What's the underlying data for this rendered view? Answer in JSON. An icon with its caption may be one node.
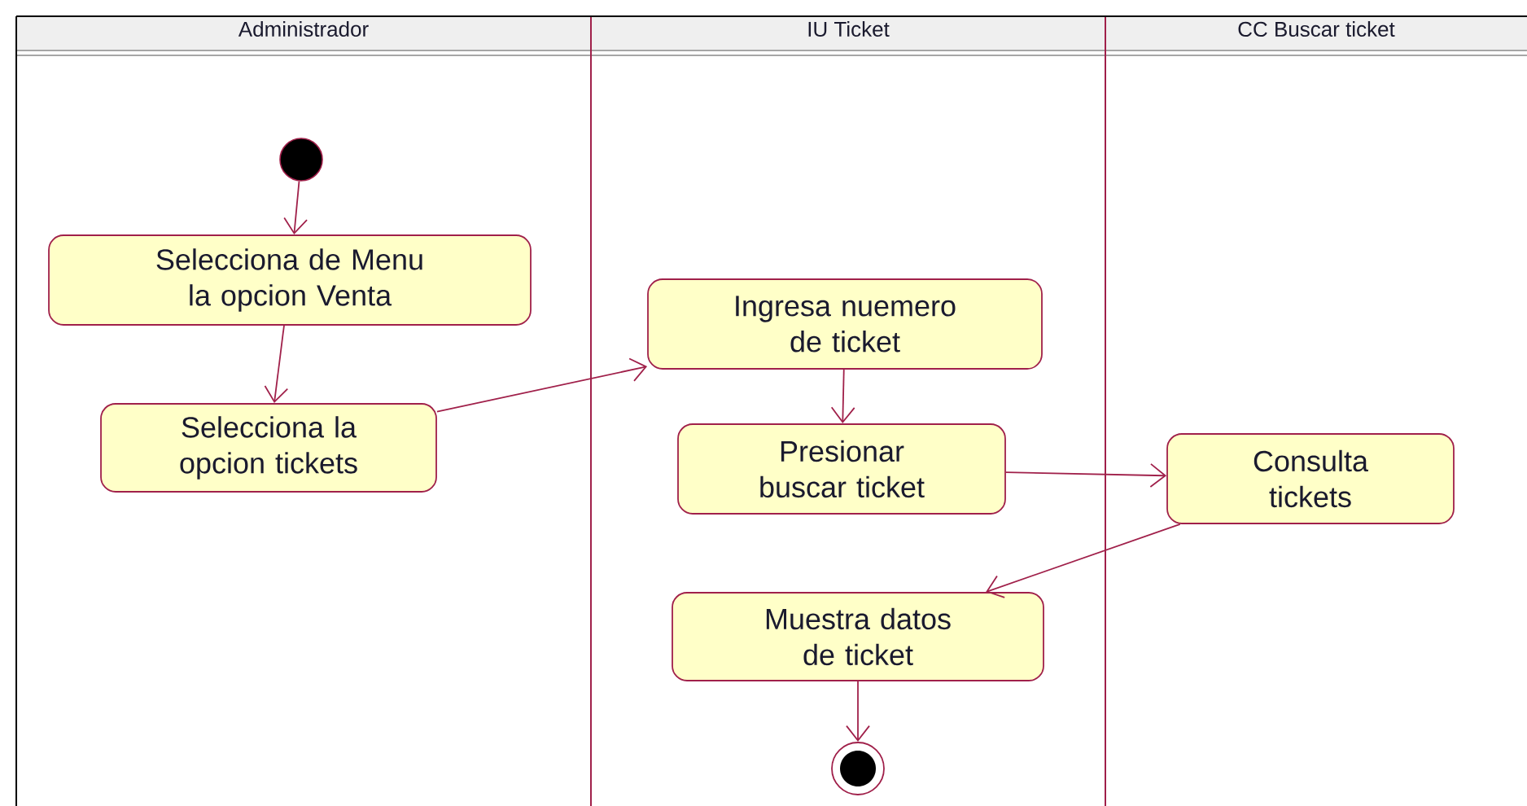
{
  "diagram": {
    "nodes": [
      {
        "text": [
          "Administrador"
        ]
      },
      {
        "text": [
          "IU Ticket"
        ]
      },
      {
        "text": [
          "CC Buscar ticket"
        ]
      },
      {
        "text": [],
        "shape": "circle",
        "in": 0
      },
      {
        "text": [
          "Selecciona de Menu la opcion Venta"
        ],
        "in": 0
      },
      {
        "text": [
          "Selecciona la opcion tickets"
        ],
        "in": 0
      },
      {
        "text": [
          "Ingresa nuemero de ticket"
        ],
        "in": 1
      },
      {
        "text": [
          "Presionar buscar ticket"
        ],
        "in": 1
      },
      {
        "text": [
          "Consulta tickets"
        ],
        "in": 2
      },
      {
        "text": [
          "Muestra datos de ticket"
        ],
        "in": 1
      },
      {
        "text": [],
        "shape": "bullseye",
        "in": 1
      }
    ],
    "edges": [
      {
        "from": 3,
        "to": 4,
        "arrow": "to"
      },
      {
        "from": 4,
        "to": 5,
        "arrow": "to"
      },
      {
        "from": 5,
        "to": 6,
        "arrow": "to"
      },
      {
        "from": 6,
        "to": 7,
        "arrow": "to"
      },
      {
        "from": 7,
        "to": 8,
        "arrow": "to"
      },
      {
        "from": 8,
        "to": 9,
        "arrow": "to"
      },
      {
        "from": 9,
        "to": 10,
        "arrow": "to"
      }
    ]
  }
}
